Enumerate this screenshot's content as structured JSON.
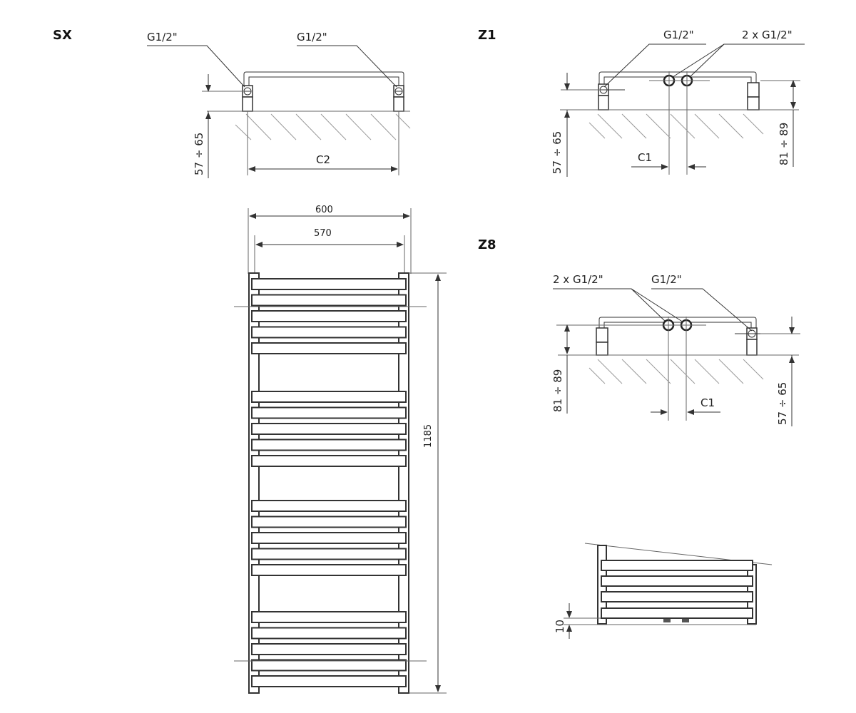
{
  "views": {
    "sx": {
      "title": "SX",
      "port_left": "G1/2\"",
      "port_right": "G1/2\"",
      "dim_height": "57 ÷ 65",
      "dim_spacing": "C2"
    },
    "z1": {
      "title": "Z1",
      "port_single": "G1/2\"",
      "port_double": "2 x G1/2\"",
      "dim_left": "57 ÷ 65",
      "dim_right": "81 ÷ 89",
      "dim_spacing": "C1"
    },
    "z8": {
      "title": "Z8",
      "port_double": "2 x G1/2\"",
      "port_single": "G1/2\"",
      "dim_left": "81 ÷ 89",
      "dim_right": "57 ÷ 65",
      "dim_spacing": "C1"
    },
    "front": {
      "width_outer": "600",
      "width_inner": "570",
      "height": "1185"
    },
    "side": {
      "dim_gap": "10"
    }
  }
}
